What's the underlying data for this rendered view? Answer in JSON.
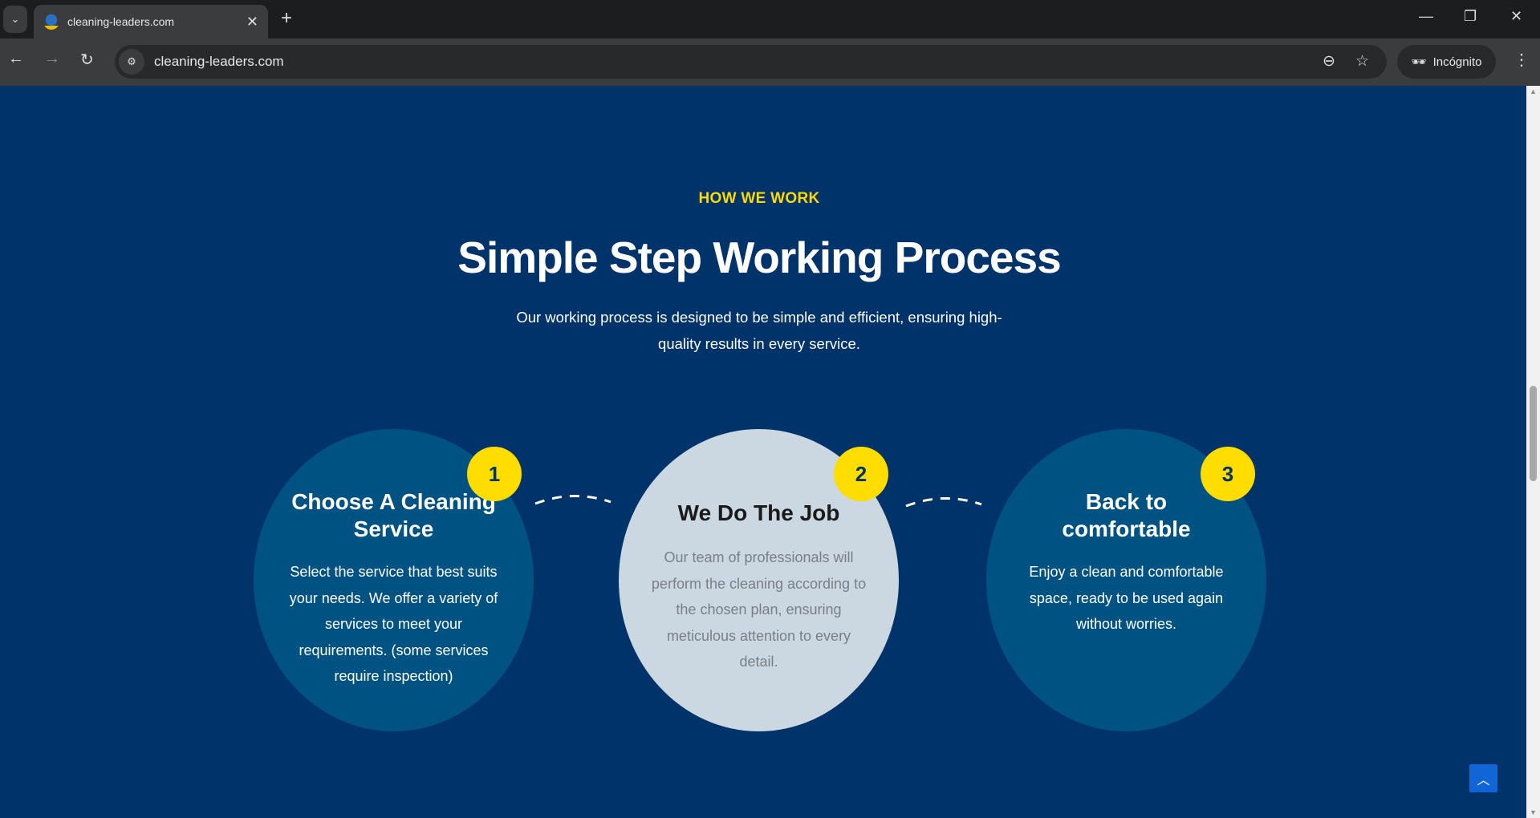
{
  "browser": {
    "tab_title": "cleaning-leaders.com",
    "url": "cleaning-leaders.com",
    "incognito_label": "Incógnito"
  },
  "section": {
    "eyebrow": "HOW WE WORK",
    "title": "Simple Step Working Process",
    "subtitle": "Our working process is designed to be simple and efficient, ensuring high-quality results in every service.",
    "steps": [
      {
        "number": "1",
        "title": "Choose A Cleaning Service",
        "text": "Select the service that best suits your needs. We offer a variety of services to meet your requirements. (some services require inspection)"
      },
      {
        "number": "2",
        "title": "We Do The Job",
        "text": "Our team of professionals will perform the cleaning according to the chosen plan, ensuring meticulous attention to every detail."
      },
      {
        "number": "3",
        "title": "Back to comfortable",
        "text": "Enjoy a clean and comfortable space, ready to be used again without worries."
      }
    ]
  },
  "colors": {
    "background": "#003369",
    "circle": "#005283",
    "circle_light": "#cbd8e1",
    "accent": "#ffdd00"
  }
}
